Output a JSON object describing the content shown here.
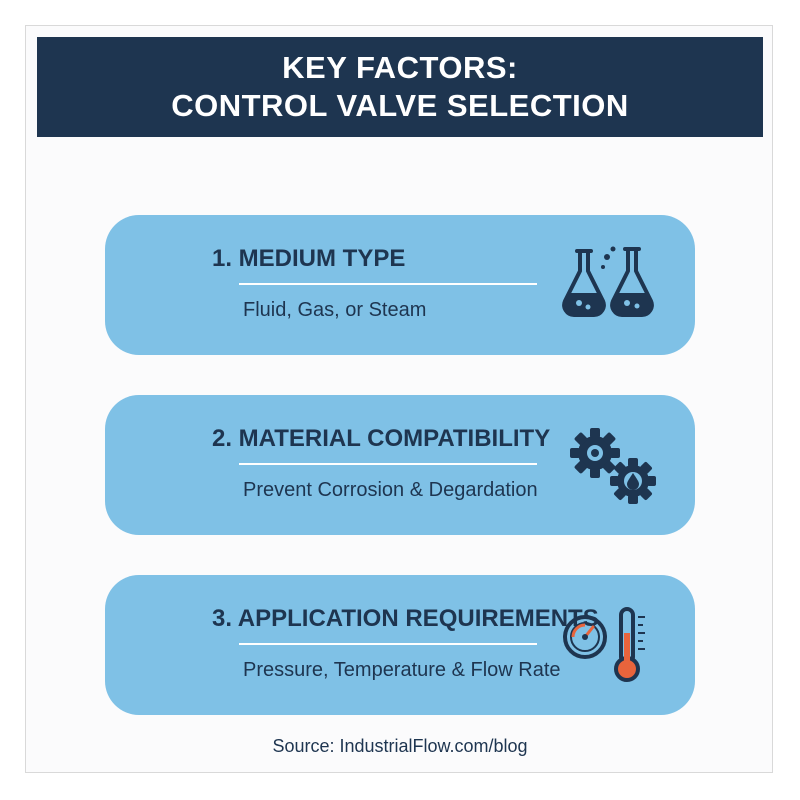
{
  "header": {
    "line1": "KEY FACTORS:",
    "line2": "CONTROL VALVE SELECTION"
  },
  "cards": [
    {
      "title": "1. MEDIUM TYPE",
      "description": "Fluid, Gas, or Steam",
      "icon": "flasks-icon"
    },
    {
      "title": "2. MATERIAL COMPATIBILITY",
      "description": "Prevent Corrosion & Degardation",
      "icon": "gears-icon"
    },
    {
      "title": "3. APPLICATION REQUIREMENTS",
      "description": "Pressure, Temperature & Flow Rate",
      "icon": "gauge-thermometer-icon"
    }
  ],
  "source": "Source: IndustrialFlow.com/blog",
  "colors": {
    "header_bg": "#1e3550",
    "card_bg": "#7fc1e6",
    "text_dark": "#1e3550",
    "accent_orange": "#e8643c"
  }
}
